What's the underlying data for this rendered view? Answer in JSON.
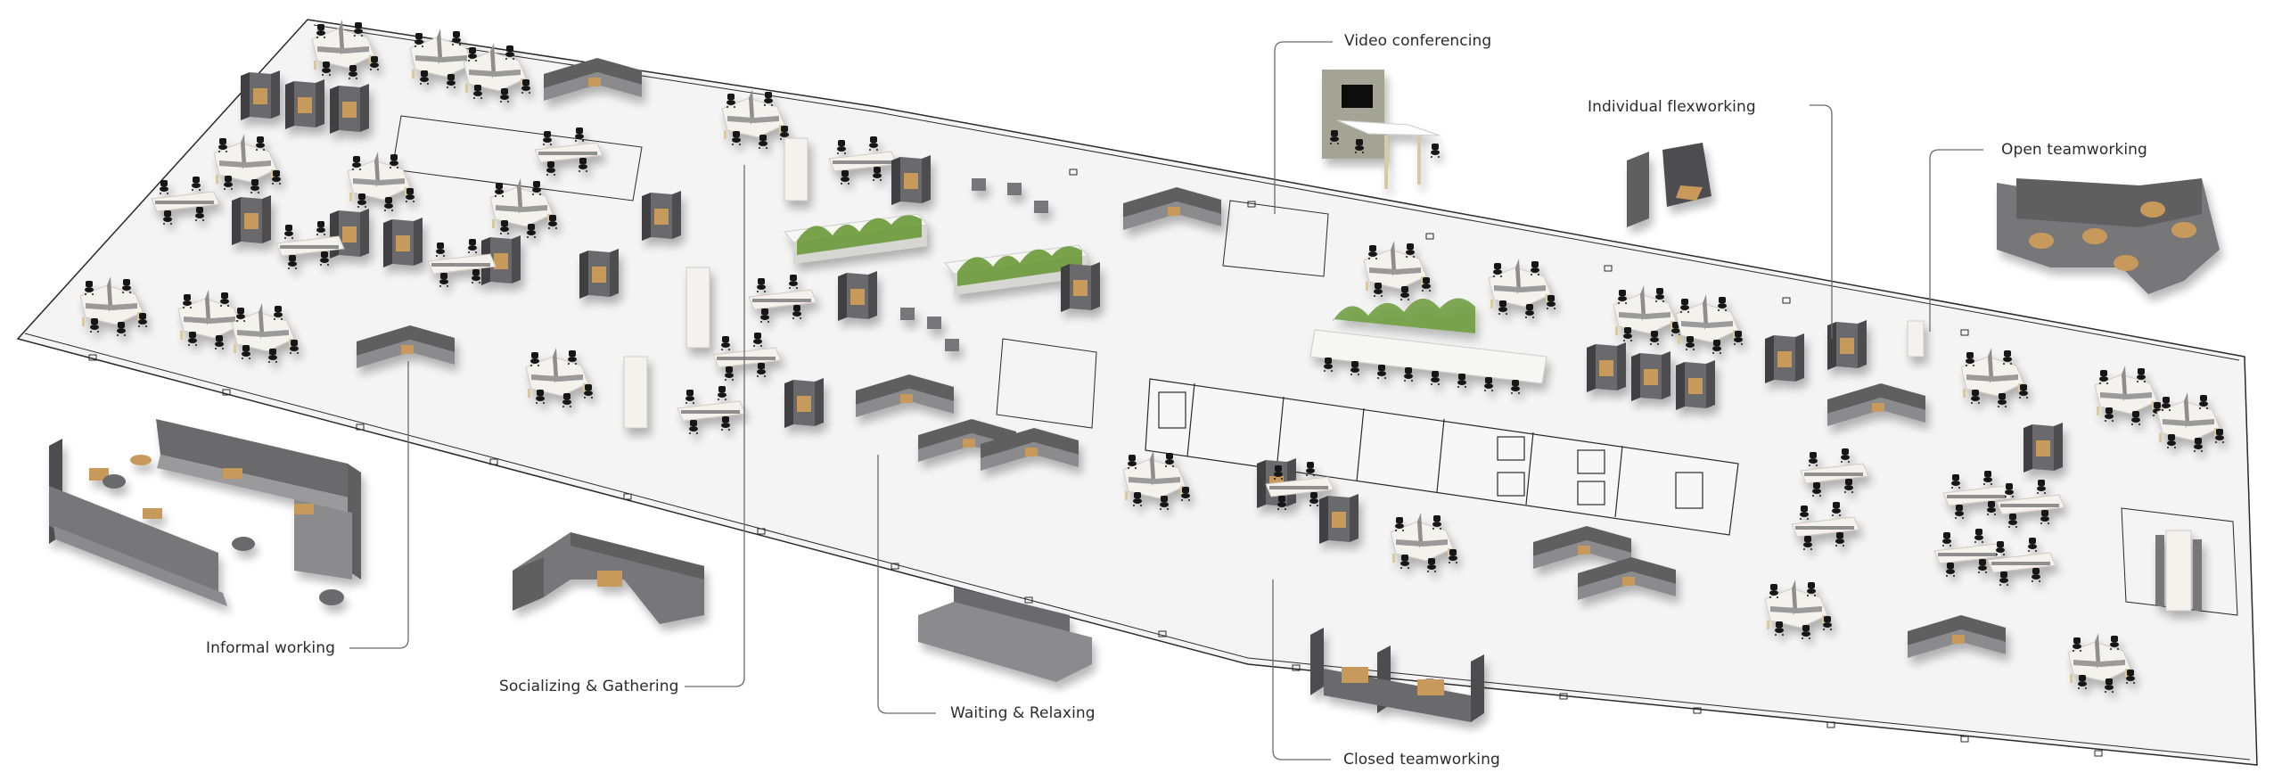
{
  "diagram": {
    "type": "isometric-office-floorplan",
    "background": "#ffffff",
    "colors": {
      "floor": "#f3f3f3",
      "wall_line": "#2a2a2a",
      "upholstery_dark": "#4d4d50",
      "upholstery_mid": "#77777a",
      "upholstery_light": "#9a9a9c",
      "desk_white": "#f4f2ec",
      "wood": "#c79a5c",
      "chair_black": "#151515",
      "plant_green": "#6a9a3a",
      "screen_panel": "#9c9d8e",
      "callout_line": "#6b6b6b",
      "label_text": "#2b2b2b"
    }
  },
  "callouts": {
    "video_conferencing": {
      "label": "Video conferencing"
    },
    "individual_flexworking": {
      "label": "Individual flexworking"
    },
    "open_teamworking": {
      "label": "Open teamworking"
    },
    "informal_working": {
      "label": "Informal working"
    },
    "socializing_gathering": {
      "label": "Socializing & Gathering"
    },
    "waiting_relaxing": {
      "label": "Waiting & Relaxing"
    },
    "closed_teamworking": {
      "label": "Closed teamworking"
    }
  }
}
